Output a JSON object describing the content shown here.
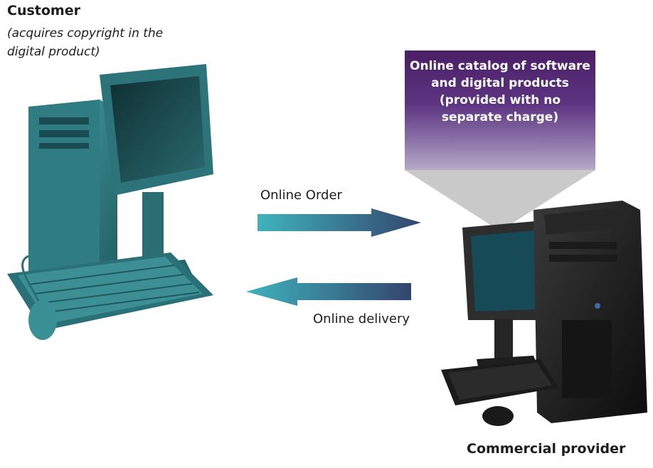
{
  "customer": {
    "title": "Customer",
    "note": "(acquires copyright in the digital product)"
  },
  "catalog": {
    "text": "Online catalog of software and digital products (provided with no separate charge)",
    "colors": {
      "top": "#4a1f66",
      "bottom": "#b7aac7",
      "pointer": "#c9c9c9"
    }
  },
  "arrows": {
    "order_label": "Online Order",
    "delivery_label": "Online delivery",
    "colors": {
      "light": "#3fb3bd",
      "dark": "#34456d"
    }
  },
  "provider": {
    "title": "Commercial provider"
  },
  "icons": [
    "desktop-computer-icon",
    "tower-computer-icon",
    "mouse-icon",
    "keyboard-icon"
  ]
}
